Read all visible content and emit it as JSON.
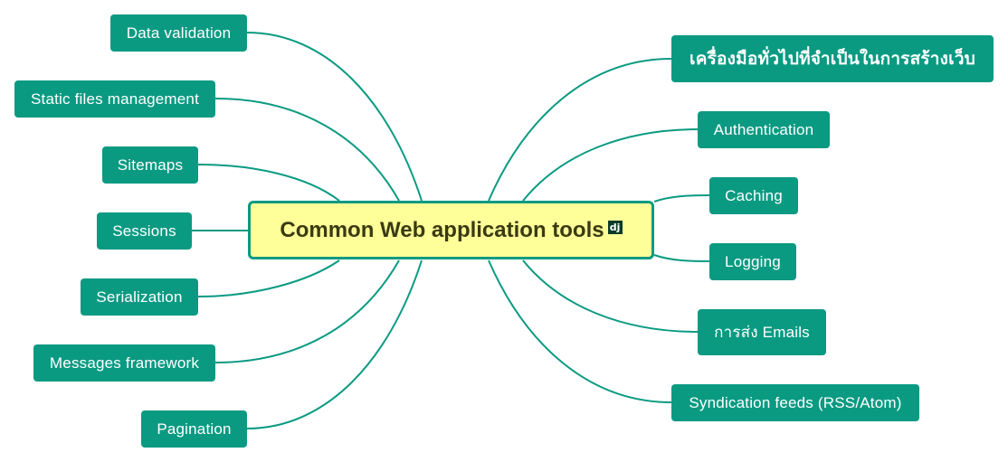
{
  "center": {
    "title": "Common Web application tools",
    "icon": "dj"
  },
  "left_nodes": [
    {
      "label": "Data validation"
    },
    {
      "label": "Static files management"
    },
    {
      "label": "Sitemaps"
    },
    {
      "label": "Sessions"
    },
    {
      "label": "Serialization"
    },
    {
      "label": "Messages framework"
    },
    {
      "label": "Pagination"
    }
  ],
  "right_nodes": [
    {
      "label": "เครื่องมือทั่วไปที่จำเป็นในการสร้างเว็บ"
    },
    {
      "label": "Authentication"
    },
    {
      "label": "Caching"
    },
    {
      "label": "Logging"
    },
    {
      "label": "การส่ง Emails"
    },
    {
      "label": "Syndication feeds (RSS/Atom)"
    }
  ],
  "colors": {
    "node_fill": "#0a9a82",
    "link_stroke": "#0a9a82",
    "center_fill": "#ffff99",
    "center_text": "#3a3a12"
  }
}
